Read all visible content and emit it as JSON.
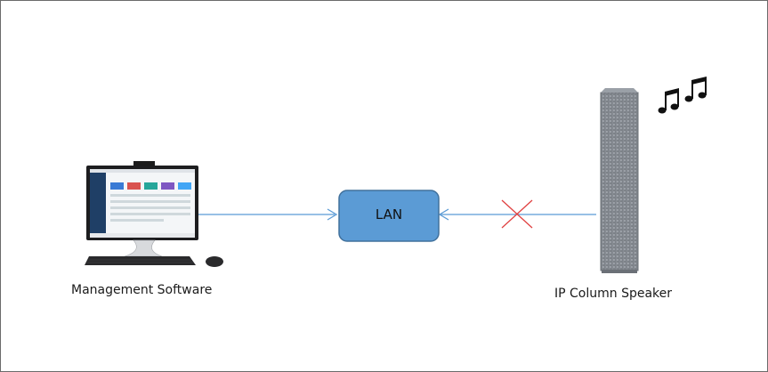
{
  "diagram": {
    "left_device_label": "Management Software",
    "right_device_label": "IP Column Speaker",
    "network_node_label": "LAN",
    "connection_status": "blocked",
    "icons": [
      "all-in-one-pc-icon",
      "keyboard-icon",
      "mouse-icon",
      "column-speaker-icon",
      "music-notes-icon",
      "red-x-icon"
    ],
    "colors": {
      "lan_fill": "#5B9BD5",
      "lan_border": "#41719C",
      "connector": "#5B9BD5",
      "cross": "#E04040",
      "speaker": "#8a8f96"
    }
  }
}
